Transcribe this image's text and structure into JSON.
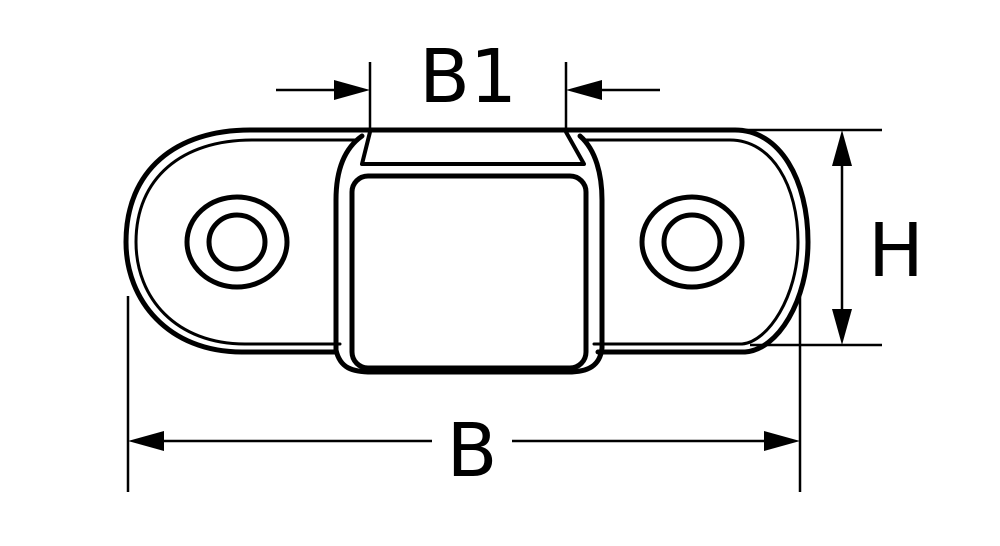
{
  "dimensions": {
    "width_label": "B",
    "slot_width_label": "B1",
    "height_label": "H"
  },
  "colors": {
    "line": "#000000",
    "background": "#ffffff"
  }
}
